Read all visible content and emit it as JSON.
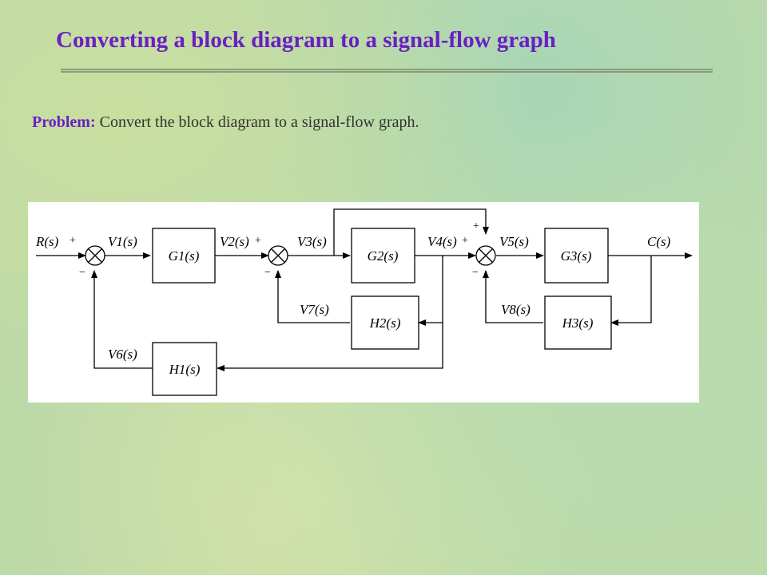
{
  "title": "Converting a block diagram to a signal-flow graph",
  "problem": {
    "label": "Problem:",
    "text": "Convert the block diagram to a signal-flow graph."
  },
  "diagram": {
    "input": "R(s)",
    "output": "C(s)",
    "signals": {
      "v1": "V1(s)",
      "v2": "V2(s)",
      "v3": "V3(s)",
      "v4": "V4(s)",
      "v5": "V5(s)",
      "v6": "V6(s)",
      "v7": "V7(s)",
      "v8": "V8(s)"
    },
    "blocks": {
      "g1": "G1(s)",
      "g2": "G2(s)",
      "g3": "G3(s)",
      "h1": "H1(s)",
      "h2": "H2(s)",
      "h3": "H3(s)"
    },
    "signs": {
      "plus": "+",
      "minus": "−"
    }
  }
}
